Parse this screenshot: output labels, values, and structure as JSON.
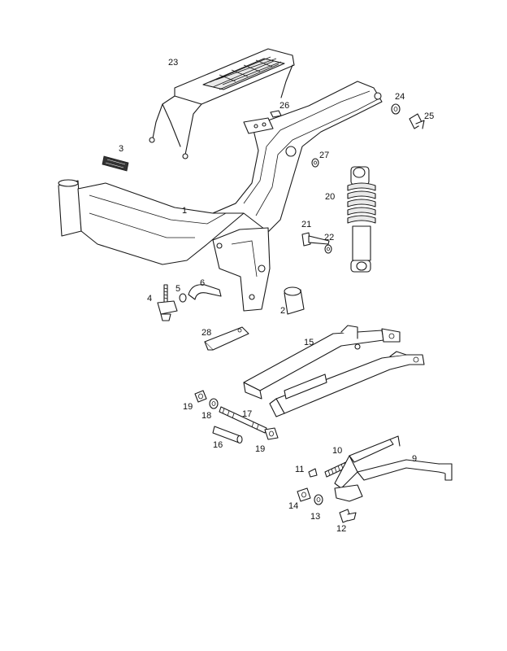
{
  "callouts": {
    "c1": "1",
    "c2": "2",
    "c3": "3",
    "c4": "4",
    "c5": "5",
    "c6": "6",
    "c9": "9",
    "c10": "10",
    "c11": "11",
    "c12": "12",
    "c13": "13",
    "c14": "14",
    "c15": "15",
    "c16": "16",
    "c17": "17",
    "c18": "18",
    "c19a": "19",
    "c19b": "19",
    "c20": "20",
    "c21": "21",
    "c22": "22",
    "c23": "23",
    "c24": "24",
    "c25": "25",
    "c26": "26",
    "c27": "27",
    "c28": "28"
  }
}
